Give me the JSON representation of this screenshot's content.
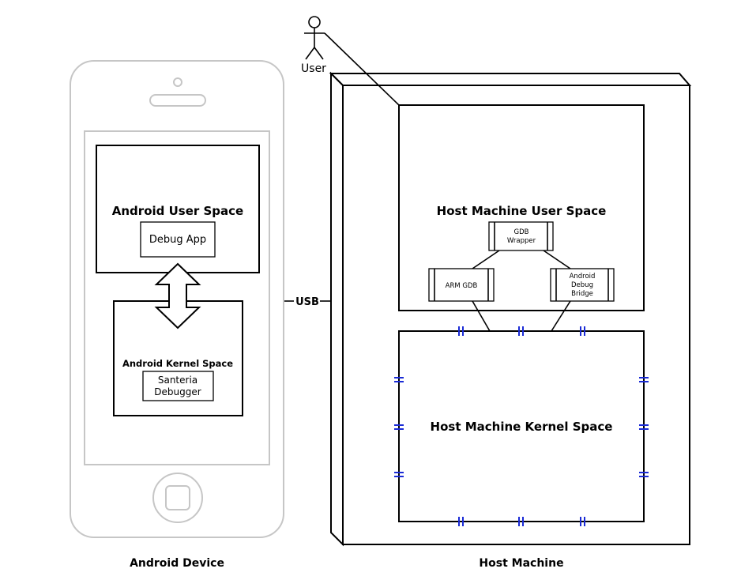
{
  "actor": {
    "label": "User"
  },
  "android": {
    "caption": "Android Device",
    "user_space": {
      "title": "Android User Space",
      "app_label": "Debug App"
    },
    "kernel_space": {
      "title": "Android Kernel Space",
      "debugger_line1": "Santeria",
      "debugger_line2": "Debugger"
    }
  },
  "connection": {
    "label": "USB"
  },
  "host": {
    "caption": "Host Machine",
    "user_space": {
      "title": "Host Machine User Space",
      "gdb_wrapper": [
        "GDB",
        "Wrapper"
      ],
      "arm_gdb": "ARM GDB",
      "adb": [
        "Android",
        "Debug",
        "Bridge"
      ]
    },
    "kernel_space": {
      "title": "Host Machine Kernel Space"
    }
  },
  "colors": {
    "port": "#1a2bd6",
    "phone_outline": "#c6c6c6"
  }
}
